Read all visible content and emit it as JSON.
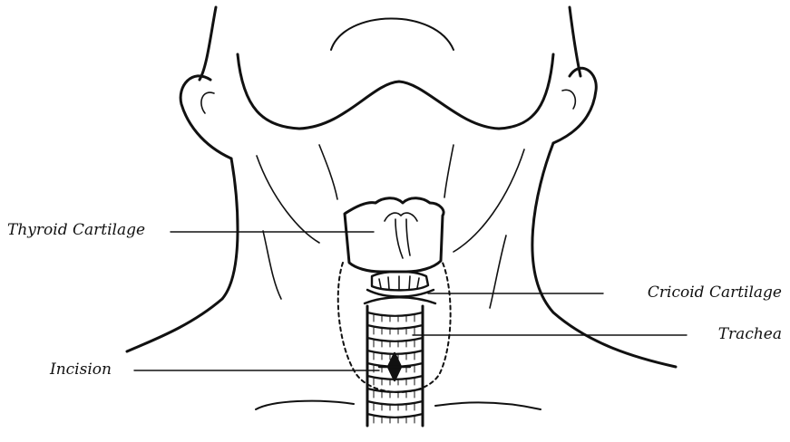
{
  "labels": {
    "thyroid": "Thyroid Cartilage",
    "cricoid": "Cricoid Cartilage",
    "trachea": "Trachea",
    "incision": "Incision"
  },
  "colors": {
    "line": "#111111",
    "background": "#ffffff"
  }
}
